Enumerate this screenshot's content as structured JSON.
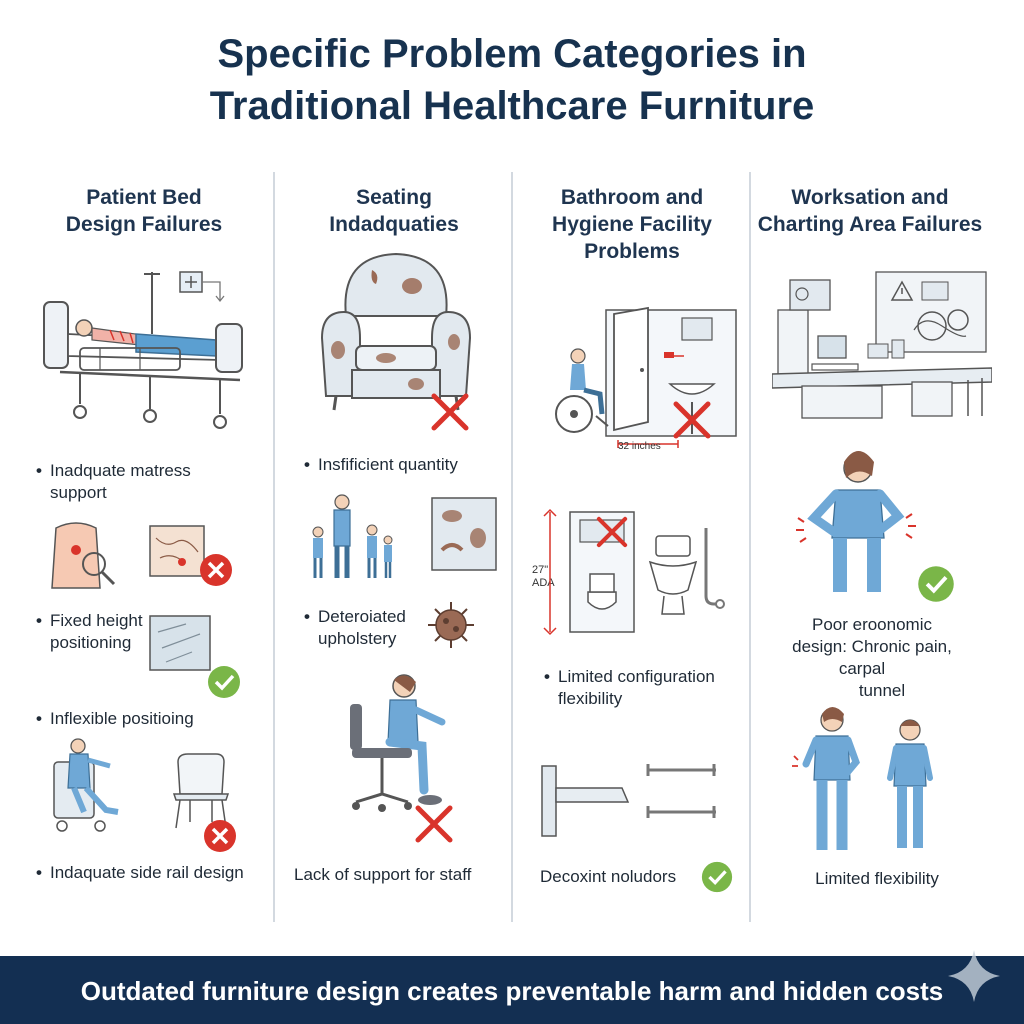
{
  "title": {
    "line1": "Specific Problem Categories in",
    "line2": "Traditional Healthcare Furniture"
  },
  "columns": [
    {
      "title_lines": [
        "Patient Bed",
        "Design Failures"
      ],
      "items": [
        {
          "lines": [
            "Inadquate matress",
            "support"
          ]
        },
        {
          "lines": [
            "Fixed height",
            "positioning"
          ]
        },
        {
          "lines": [
            "Inflexible positioing"
          ]
        },
        {
          "lines": [
            "Indaquate side rail design"
          ]
        }
      ]
    },
    {
      "title_lines": [
        "Seating",
        "Indadquaties"
      ],
      "items": [
        {
          "lines": [
            "Insfificient quantity"
          ]
        },
        {
          "lines": [
            "Deteroiated",
            "upholstery"
          ]
        },
        {
          "lines": [
            "Lack of support for staff"
          ]
        }
      ]
    },
    {
      "title_lines": [
        "Bathroom and",
        "Hygiene Facility",
        "Problems"
      ],
      "measure_label": "32 inches",
      "ada_label_1": "27\"",
      "ada_label_2": "ADA",
      "items": [
        {
          "lines": [
            "Limited configuration",
            "flexibility"
          ]
        },
        {
          "lines": [
            "Decoxint noludors"
          ]
        }
      ]
    },
    {
      "title_lines": [
        "Worksation and",
        "Charting Area Failures"
      ],
      "items": [
        {
          "lines": [
            "Poor eroonomic",
            "design: Chronic pain,",
            "carpal",
            "tunnel"
          ]
        },
        {
          "lines": [
            "Limited flexibility"
          ]
        }
      ]
    }
  ],
  "footer": {
    "text": "Outdated furniture design creates preventable harm and hidden costs"
  },
  "colors": {
    "title": "#17324f",
    "footer_bg": "#132f52",
    "scrub_blue": "#6fa8d6",
    "blanket_blue": "#5b9fd1",
    "cross_red": "#d9342b",
    "check_green": "#7ab648",
    "stain_brown": "#9a6a55"
  },
  "icons": [
    "hospital-bed-icon",
    "iv-drip-icon",
    "armchair-icon",
    "wheelchair-icon",
    "toilet-icon",
    "workstation-icon",
    "virus-icon",
    "red-x-icon",
    "green-check-icon",
    "sparkle-icon"
  ]
}
